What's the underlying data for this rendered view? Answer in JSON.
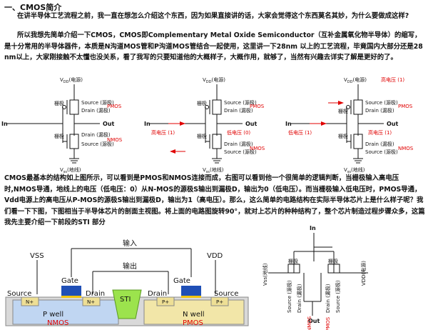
{
  "heading": "一、CMOS简介",
  "paragraphs": [
    "在讲半导体工艺流程之前，我一直在想怎么介绍这个东西，因为如果直接讲的话，大家会觉得这个东西莫名其妙，为什么要做成这样?",
    "所以我想先简单介绍一下CMOS，CMOS即Complementary Metal Oxide Semiconductor（互补金属氧化物半导体）的缩写，是十分常用的半导体器件，本质是N沟道MOS管和P沟道MOS管结合一起使用，这里讲一下28nm 以上的工艺流程，毕竟国内大部分还是28 nm以上，大家刚接触不太懂也没关系，看了我写的只要知道他的大概样子，大概作用，就够了，当然有兴趣去详实了解是更好的了。",
    "CMOS最基本的结构如上图所示，可以看到是PMOS和NMOS连接而成，右图可以看到他一个很简单的逻辑判断，当栅极输入高电压时,NMOS导通，地线上的电压（低电压：0）从N-MOS的源极S输出到漏极D，输出为0（低电压）。而当栅极输入低电压时，PMOS导通，Vdd电源上的高电压从P-MOS的源极S输出到漏极D，输出为1（高电压）。那么，这么简单的电路结构在实际半导体芯片上是什么样子呢？我们看一下下图，下图相当于半导体芯片的剖面主视图。将上面的电路图旋转90°，就对上芯片的种种结构了，整个芯片制造过程步骤众多，这篇我先主要介绍一下前段的STI 部分"
  ],
  "circuit": {
    "vdd": "V",
    "vdd_sub": "DD",
    "vdd_note": "(电源)",
    "vss": "V",
    "vss_sub": "ss",
    "vss_note": "(地线)",
    "gate": "栅极",
    "source_drain_p": "Source (源极)",
    "drain_p": "Drain (漏极)",
    "drain_n": "Drain (漏极)",
    "source_n": "Source (源极)",
    "pmos": "PMOS",
    "nmos": "NMOS",
    "in": "In",
    "out": "Out",
    "high_in": "高电压 (1)",
    "low_out": "低电压 (0)",
    "low_in": "低电压 (1)",
    "high_out": "高电压 (1)"
  },
  "cross_section": {
    "input": "输入",
    "output": "输出",
    "vss": "VSS",
    "vdd": "VDD",
    "gate": "Gate",
    "source": "Source",
    "drain": "Drain",
    "sti": "STI",
    "n_plus": "N+",
    "p_plus": "P+",
    "p_well": "P well",
    "n_well": "N well",
    "nmos": "NMOS",
    "pmos": "PMOS",
    "colors": {
      "nmos": "#e00000",
      "pmos": "#e00000",
      "gate_oxide": "#1f4fb6",
      "sti": "#9ce34d",
      "n_plus": "#eedf95"
    }
  },
  "rotated": {
    "in": "In",
    "vdd": "V",
    "vdd_note": "DD(电源)",
    "vss": "V",
    "vss_note": "ss(地线)",
    "gate_left": "栅极",
    "gate_right": "栅极",
    "source_n": "Source (源极)",
    "drain_n": "Drain (漏极)",
    "drain_p": "Drain (漏极)",
    "source_p": "Source (源极)",
    "out": "Out",
    "nmos": "NMOS",
    "pmos": "PMOS"
  }
}
